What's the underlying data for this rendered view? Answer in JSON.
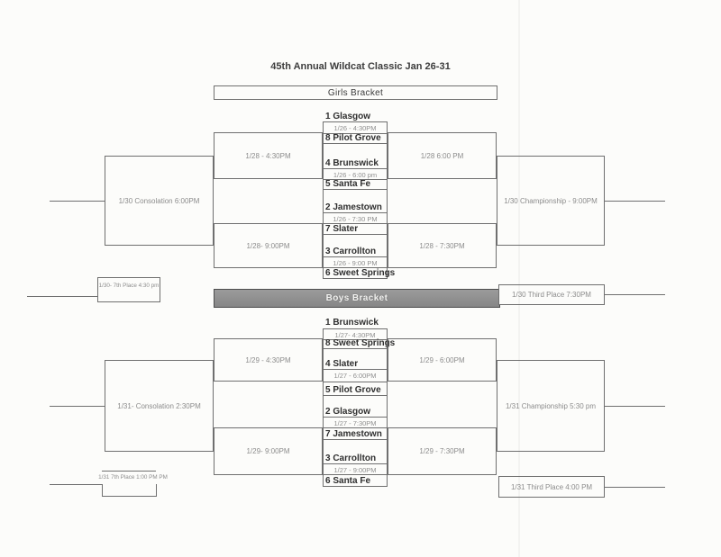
{
  "title": "45th Annual Wildcat Classic Jan 26-31",
  "colors": {
    "boys_bar": "#8f8f8f",
    "line": "#6f6f6f",
    "paper": "#fcfcfa"
  },
  "girls": {
    "header": "Girls Bracket",
    "round1": [
      {
        "top": "1 Glasgow",
        "time": "1/26 - 4:30PM",
        "bottom": "8 Pilot Grove"
      },
      {
        "top": "4 Brunswick",
        "time": "1/26 - 6:00 pm",
        "bottom": "5 Santa Fe"
      },
      {
        "top": "2 Jamestown",
        "time": "1/26 - 7:30 PM",
        "bottom": "7 Slater"
      },
      {
        "top": "3 Carrollton",
        "time": "1/26 - 9:00 PM",
        "bottom": "6 Sweet Springs"
      }
    ],
    "semifinals": [
      "1/28 6:00 PM",
      "1/28 - 7:30PM"
    ],
    "consolation_semis": [
      "1/28 - 4:30PM",
      "1/28- 9:00PM"
    ],
    "championship": "1/30 Championship - 9:00PM",
    "consolation": "1/30 Consolation 6:00PM",
    "third_place": "1/30 Third Place 7:30PM",
    "seventh_place": "1/30- 7th Place 4:30 pm"
  },
  "boys": {
    "header": "Boys Bracket",
    "round1": [
      {
        "top": "1 Brunswick",
        "time": "1/27- 4:30PM",
        "bottom": "8 Sweet Springs"
      },
      {
        "top": "4 Slater",
        "time": "1/27 - 6:00PM",
        "bottom": "5 Pilot Grove"
      },
      {
        "top": "2 Glasgow",
        "time": "1/27 - 7:30PM",
        "bottom": "7 Jamestown"
      },
      {
        "top": "3 Carrollton",
        "time": "1/27 - 9:00PM",
        "bottom": "6 Santa Fe"
      }
    ],
    "semifinals": [
      "1/29 - 6:00PM",
      "1/29 - 7:30PM"
    ],
    "consolation_semis": [
      "1/29 - 4:30PM",
      "1/29- 9:00PM"
    ],
    "championship": "1/31 Championship 5:30 pm",
    "consolation": "1/31- Consolation 2:30PM",
    "third_place": "1/31 Third Place 4:00 PM",
    "seventh_place": "1/31 7th Place 1:00 PM PM"
  }
}
